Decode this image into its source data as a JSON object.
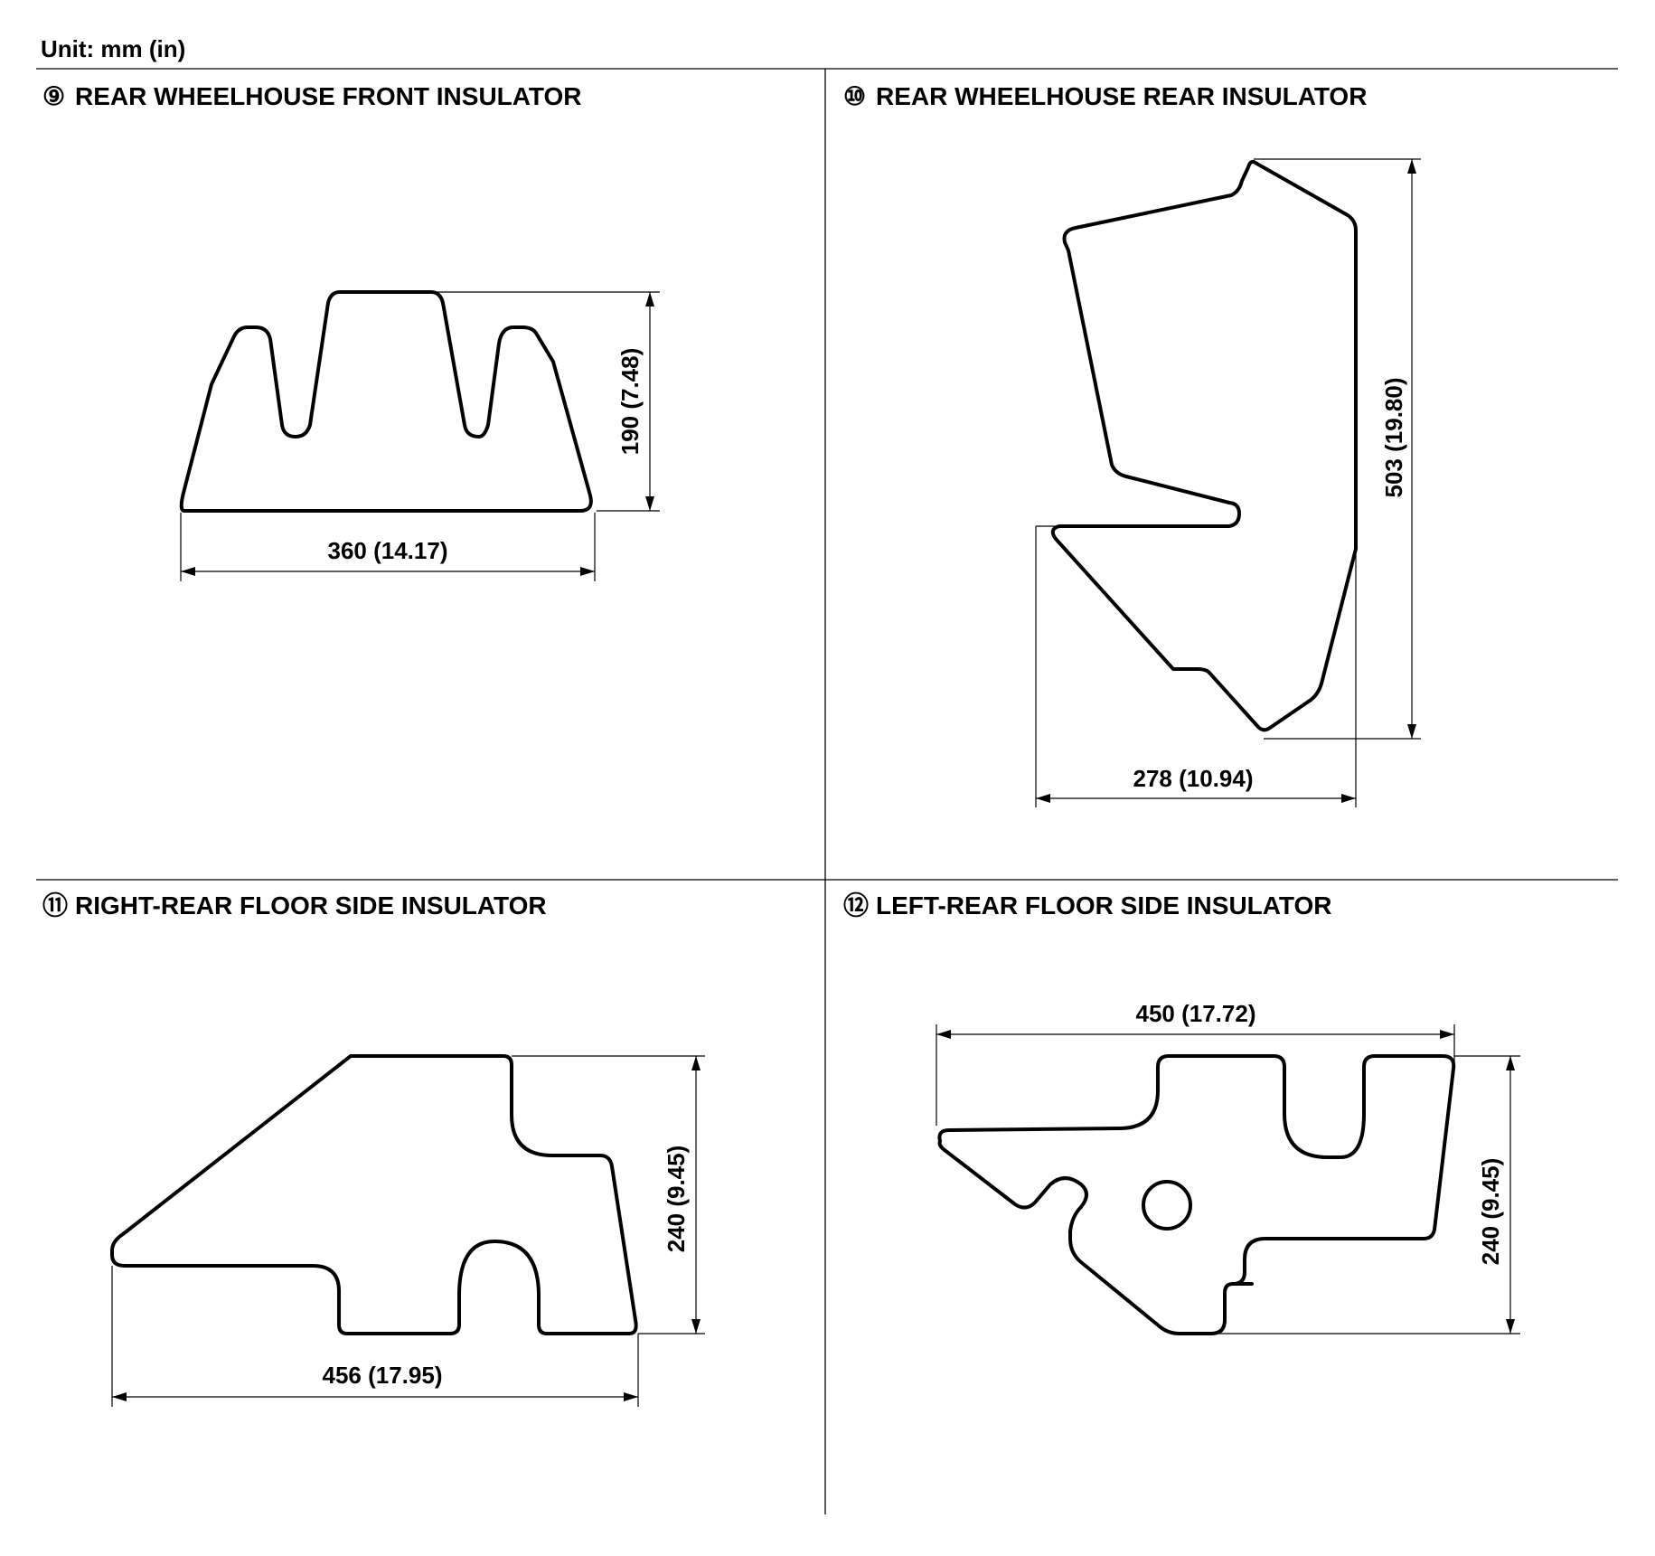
{
  "unit_label": "Unit: mm (in)",
  "panels": [
    {
      "number": "⑨",
      "title": "REAR WHEELHOUSE FRONT INSULATOR",
      "dims": [
        "360 (14.17)",
        "190 (7.48)"
      ]
    },
    {
      "number": "⑩",
      "title": "REAR WHEELHOUSE REAR INSULATOR",
      "dims": [
        "278 (10.94)",
        "503 (19.80)"
      ]
    },
    {
      "number": "⑪",
      "title": "RIGHT-REAR FLOOR SIDE INSULATOR",
      "dims": [
        "456 (17.95)",
        "240 (9.45)"
      ]
    },
    {
      "number": "⑫",
      "title": "LEFT-REAR FLOOR SIDE INSULATOR",
      "dims": [
        "450 (17.72)",
        "240 (9.45)"
      ]
    }
  ]
}
